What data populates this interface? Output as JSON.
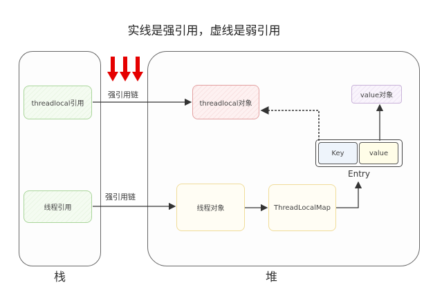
{
  "title": "实线是强引用，虚线是弱引用",
  "stack": {
    "label": "栈",
    "threadlocal_ref": "threadlocal引用",
    "thread_ref": "线程引用"
  },
  "heap": {
    "label": "堆",
    "threadlocal_obj": "threadlocal对象",
    "thread_obj": "线程对象",
    "map": "ThreadLocalMap",
    "value_obj": "value对象",
    "entry": {
      "label": "Entry",
      "key": "Key",
      "value": "value"
    }
  },
  "edges": {
    "strong_chain_1": "强引用链",
    "strong_chain_2": "强引用链"
  },
  "colors": {
    "arrow_highlight": "#e50000"
  }
}
